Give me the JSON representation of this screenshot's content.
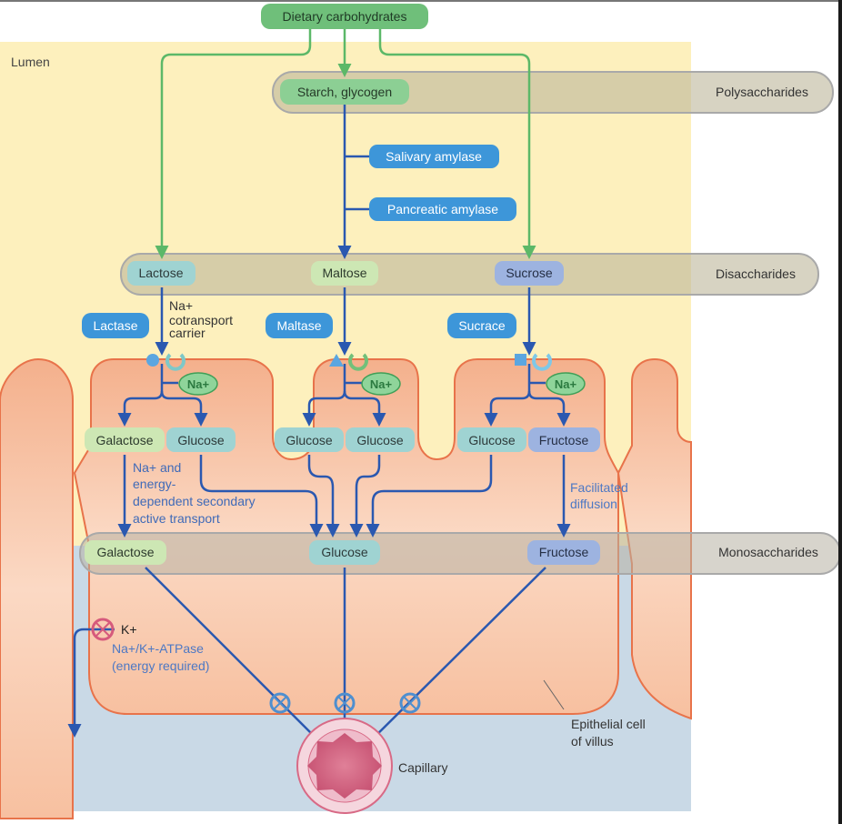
{
  "title": "Carbohydrate digestion and absorption",
  "regions": {
    "lumen": "Lumen",
    "epithelial_cell": "Epithelial cell\nof villus",
    "capillary": "Capillary"
  },
  "source": {
    "label": "Dietary carbohydrates"
  },
  "levels": {
    "polysaccharides": {
      "band_label": "Polysaccharides",
      "items": [
        "Starch, glycogen"
      ]
    },
    "disaccharides": {
      "band_label": "Disaccharides",
      "items": [
        "Lactose",
        "Maltose",
        "Sucrose"
      ]
    },
    "monosaccharides": {
      "band_label": "Monosaccharides",
      "items": [
        "Galactose",
        "Glucose",
        "Fructose"
      ]
    }
  },
  "enzymes": {
    "salivary": "Salivary amylase",
    "pancreatic": "Pancreatic amylase",
    "lactase": "Lactase",
    "maltase": "Maltase",
    "sucrase": "Sucrace"
  },
  "brush_border_products": {
    "lactose": [
      "Galactose",
      "Glucose"
    ],
    "maltose": [
      "Glucose",
      "Glucose"
    ],
    "sucrose": [
      "Glucose",
      "Fructose"
    ]
  },
  "ions": {
    "na": "Na+",
    "k": "K+"
  },
  "annotations": {
    "na_carrier": [
      "Na+",
      "cotransport",
      "carrier"
    ],
    "secondary_active": [
      "Na+ and",
      "energy-",
      "dependent secondary",
      "active transport"
    ],
    "facilitated": [
      "Facilitated",
      "diffusion"
    ],
    "atpase": [
      "Na+/K+-ATPase",
      "(energy required)"
    ]
  },
  "colors": {
    "lumen": "#fdf0bd",
    "cell": "#f7c4a4",
    "cell_border": "#e8734a",
    "interstitial": "#c9d9e6",
    "band": "#c8c0a4",
    "green_box": "#6fbf7a",
    "enzyme_box": "#3d96d9",
    "arrow_blue": "#2a58b0",
    "arrow_green": "#5cb868",
    "teal_box": "#9fd3d2",
    "lightgreen_box": "#cde7b4",
    "lavender_box": "#9db3e0",
    "capillary": "#d86a86"
  }
}
